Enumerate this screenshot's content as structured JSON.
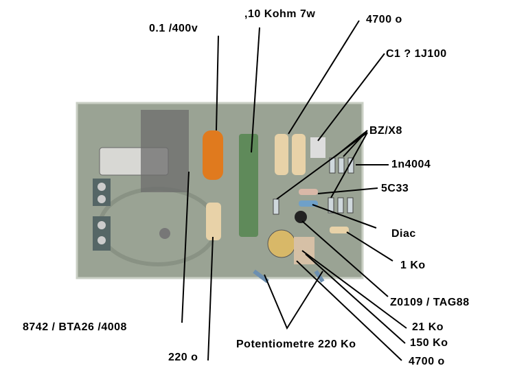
{
  "labels": {
    "cap_04": "0.1 /400v",
    "res_10k": ",10 Kohm 7w",
    "res_4700_top": "4700 o",
    "c1": "C1 ? 1J100",
    "zener": "BZ/X8",
    "diode": "1n4004",
    "transistor": "5C33",
    "diac": "Diac",
    "res_1k": "1 Ko",
    "triac_small": "Z0109 / TAG88",
    "res_21k": "21 Ko",
    "res_150k": "150 Ko",
    "res_4700_bottom": "4700 o",
    "potentiometer": "Potentiometre 220 Ko",
    "res_220": "220 o",
    "triac_main": "8742 / BTA26 /4008"
  },
  "colors": {
    "board": "#9aa394",
    "capacitor": "#e07a1e",
    "resistor": "#e8d2a8",
    "power_resistor": "#5f8a5a"
  }
}
